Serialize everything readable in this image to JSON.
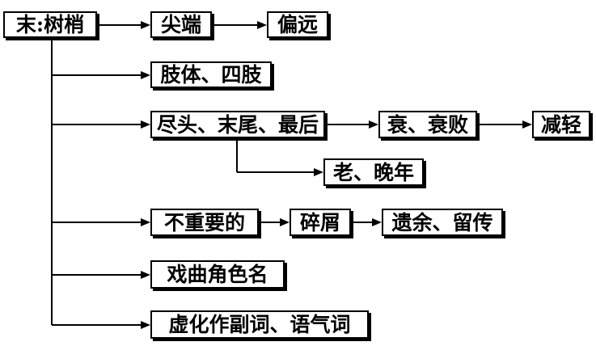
{
  "nodes": {
    "root": "末:树梢",
    "jianduan": "尖端",
    "pianyuan": "偏远",
    "zhiti": "肢体、四肢",
    "jintou": "尽头、末尾、最后",
    "shuai": "衰、衰败",
    "jianqing": "减轻",
    "lao": "老、晚年",
    "buzhongyao": "不重要的",
    "suixie": "碎屑",
    "yiyu": "遗余、留传",
    "xiqu": "戏曲角色名",
    "xuhua": "虚化作副词、语气词"
  }
}
